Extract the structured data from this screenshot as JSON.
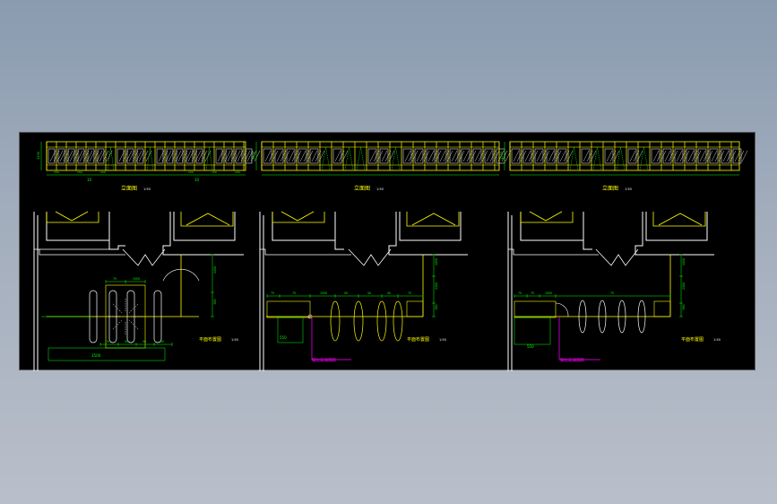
{
  "colors": {
    "background_top": "#8a9bb0",
    "background_bottom": "#b9bfca",
    "canvas": "#000000",
    "wall": "#ffffff",
    "outline_yellow": "#ffff00",
    "dimension_green": "#00ff00",
    "leader_magenta": "#ff00ff"
  },
  "elevations": {
    "left": {
      "title": "立面图",
      "scale": "1:50",
      "dims_bottom": [
        "150",
        "150",
        "150",
        "150",
        "150",
        "150"
      ],
      "dim_height": "1200"
    },
    "middle": {
      "title": "立面图",
      "scale": "1:50",
      "dim_height": "1200"
    },
    "right": {
      "title": "立面图",
      "scale": "1:50",
      "dim_height": "1200"
    }
  },
  "plans": {
    "left": {
      "title": "平面布置图",
      "scale": "1:50",
      "dims_top": [
        "75",
        "1500",
        "75"
      ],
      "dims_side": [
        "2450",
        "950"
      ],
      "dims_bottom": [
        "50",
        "50",
        "50",
        "50"
      ],
      "dim_overall": "3500"
    },
    "middle": {
      "title": "平面布置图",
      "scale": "1:50",
      "dims_top": [
        "75",
        "75",
        "1500",
        "50",
        "50",
        "50",
        "75"
      ],
      "dims_side": [
        "1050",
        "2300",
        "950"
      ],
      "dim_box": "550",
      "leader_note": "钢化玻璃隔断"
    },
    "right": {
      "title": "平面布置图",
      "scale": "1:50",
      "dims_top": [
        "75",
        "75",
        "1500",
        "75"
      ],
      "dims_side": [
        "1050",
        "2300",
        "950"
      ],
      "dim_box": "550",
      "leader_note": "钢化玻璃隔断"
    }
  }
}
